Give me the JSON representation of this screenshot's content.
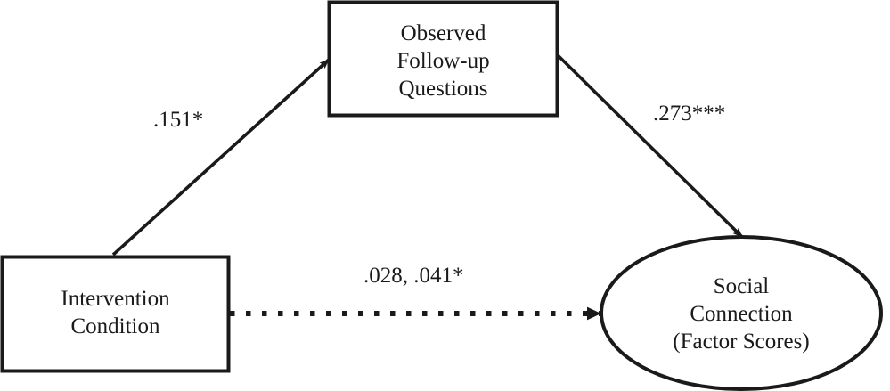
{
  "diagram": {
    "type": "path-diagram",
    "title": "",
    "nodes": [
      {
        "id": "observed-follow-up-questions",
        "shape": "rectangle",
        "lines": [
          "Observed",
          "Follow-up",
          "Questions"
        ],
        "text": "Observed\nFollow-up\nQuestions",
        "role": "mediator"
      },
      {
        "id": "intervention-condition",
        "shape": "rectangle",
        "lines": [
          "Intervention",
          "Condition"
        ],
        "text": "Intervention\nCondition",
        "role": "predictor"
      },
      {
        "id": "social-connection",
        "shape": "ellipse",
        "lines": [
          "Social",
          "Connection",
          "(Factor Scores)"
        ],
        "text": "Social\nConnection\n(Factor Scores)",
        "role": "outcome"
      }
    ],
    "paths": [
      {
        "id": "a-path",
        "from": "intervention-condition",
        "to": "observed-follow-up-questions",
        "style": "solid",
        "coefficient": ".151*"
      },
      {
        "id": "b-path",
        "from": "observed-follow-up-questions",
        "to": "social-connection",
        "style": "solid",
        "coefficient": ".273***"
      },
      {
        "id": "c-path",
        "from": "intervention-condition",
        "to": "social-connection",
        "style": "dotted",
        "coefficient": ".028, .041*"
      }
    ],
    "colors": {
      "stroke": "#1a1a1a",
      "fill": "#ffffff",
      "text": "#1a1a1a"
    }
  }
}
